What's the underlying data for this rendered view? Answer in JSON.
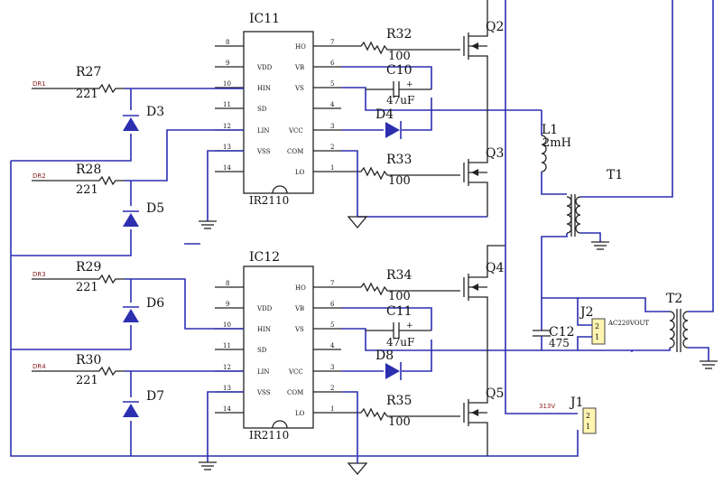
{
  "components": {
    "ic11": {
      "ref": "IC11",
      "part": "IR2110"
    },
    "ic12": {
      "ref": "IC12",
      "part": "IR2110"
    },
    "ic_pins_left": [
      {
        "num": "8",
        "name": ""
      },
      {
        "num": "9",
        "name": "VDD"
      },
      {
        "num": "10",
        "name": "HIN"
      },
      {
        "num": "11",
        "name": "SD"
      },
      {
        "num": "12",
        "name": "LIN"
      },
      {
        "num": "13",
        "name": "VSS"
      },
      {
        "num": "14",
        "name": ""
      }
    ],
    "ic_pins_right": [
      {
        "num": "7",
        "name": "HO"
      },
      {
        "num": "6",
        "name": "VB"
      },
      {
        "num": "5",
        "name": "VS"
      },
      {
        "num": "4",
        "name": ""
      },
      {
        "num": "3",
        "name": "VCC"
      },
      {
        "num": "2",
        "name": "COM"
      },
      {
        "num": "1",
        "name": "LO"
      }
    ],
    "resistors": [
      {
        "ref": "R27",
        "value": "221"
      },
      {
        "ref": "R28",
        "value": "221"
      },
      {
        "ref": "R29",
        "value": "221"
      },
      {
        "ref": "R30",
        "value": "221"
      },
      {
        "ref": "R32",
        "value": "100"
      },
      {
        "ref": "R33",
        "value": "100"
      },
      {
        "ref": "R34",
        "value": "100"
      },
      {
        "ref": "R35",
        "value": "100"
      }
    ],
    "diodes": [
      "D3",
      "D5",
      "D6",
      "D7",
      "D4",
      "D8"
    ],
    "capacitors": [
      {
        "ref": "C10",
        "value": "47uF"
      },
      {
        "ref": "C11",
        "value": "47uF"
      },
      {
        "ref": "C12",
        "value": "475"
      }
    ],
    "transistors": [
      "Q2",
      "Q3",
      "Q4",
      "Q5"
    ],
    "inductor": {
      "ref": "L1",
      "value": "2mH"
    },
    "transformers": [
      "T1",
      "T2"
    ],
    "connectors": [
      {
        "ref": "J2",
        "net": "AC220VOUT",
        "pins": [
          "2",
          "1"
        ]
      },
      {
        "ref": "J1",
        "net": "313V",
        "pins": [
          "2",
          "1"
        ]
      }
    ],
    "plus_sign": "+",
    "net_labels": [
      "DR1",
      "DR2",
      "DR3",
      "DR4"
    ]
  },
  "colors": {
    "wire": "#2b2fb0",
    "component": "#222222",
    "net_label": "#8a1a1a",
    "connector_fill": "#fff4b0"
  }
}
